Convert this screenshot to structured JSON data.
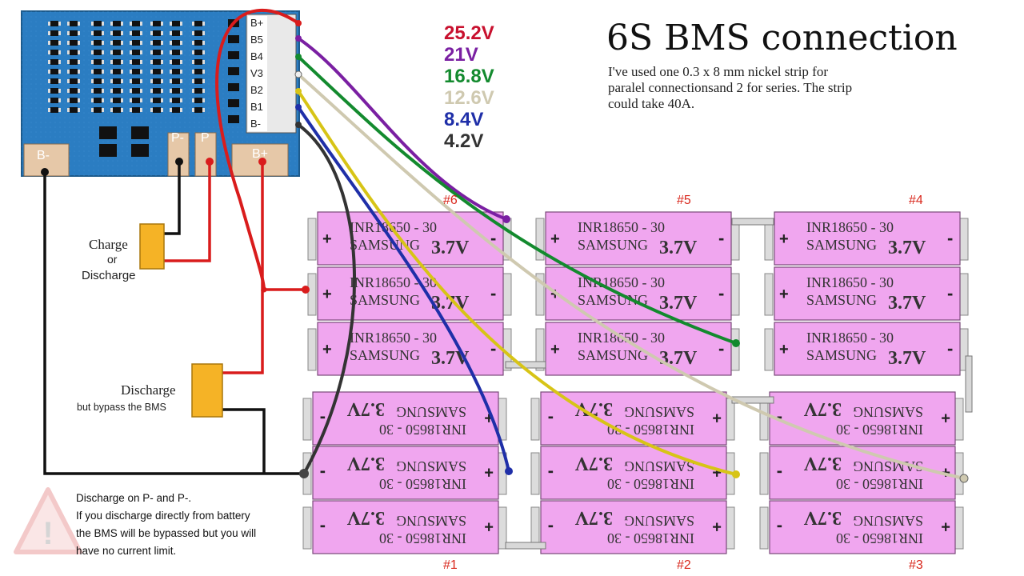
{
  "title": "6S BMS connection",
  "note_lines": [
    "I've used one 0.3 x 8 mm nickel strip for",
    "paralel connectionsand 2 for series. The strip",
    "could take 40A."
  ],
  "voltages": [
    {
      "text": "25.2V",
      "color": "#c8102e"
    },
    {
      "text": "21V",
      "color": "#7a1fa2"
    },
    {
      "text": "16.8V",
      "color": "#138a2e"
    },
    {
      "text": "12.6V",
      "color": "#cfc9b0"
    },
    {
      "text": "8.4V",
      "color": "#1f2fa8"
    },
    {
      "text": "4.2V",
      "color": "#333333"
    }
  ],
  "bms": {
    "pins": [
      "B+",
      "B5",
      "B4",
      "V3",
      "B2",
      "B1",
      "B-"
    ],
    "pad_bminus": "B-",
    "pad_pminus": "P-",
    "pad_p": "P",
    "pad_bplus": "B+"
  },
  "cell": {
    "model": "INR18650 - 30",
    "brand": "SAMSUNG",
    "voltage": "3.7V",
    "plus": "+",
    "minus": "-"
  },
  "group_labels": {
    "g6": "#6",
    "g5": "#5",
    "g4": "#4",
    "g1": "#1",
    "g2": "#2",
    "g3": "#3"
  },
  "side": {
    "charge": "Charge",
    "or": "or",
    "discharge": "Discharge",
    "discharge2": "Discharge",
    "bypass": "but bypass the BMS"
  },
  "bottom_note_lines": [
    "Discharge on P- and P-.",
    "If you discharge directly from battery",
    "the BMS will be bypassed but you will",
    "have no current limit."
  ],
  "colors": {
    "bms_board": "#2a78b8",
    "cell_body": "#f0a6ef",
    "connector": "#f5b326",
    "wire_red": "#d91c1c",
    "wire_black": "#111111"
  }
}
